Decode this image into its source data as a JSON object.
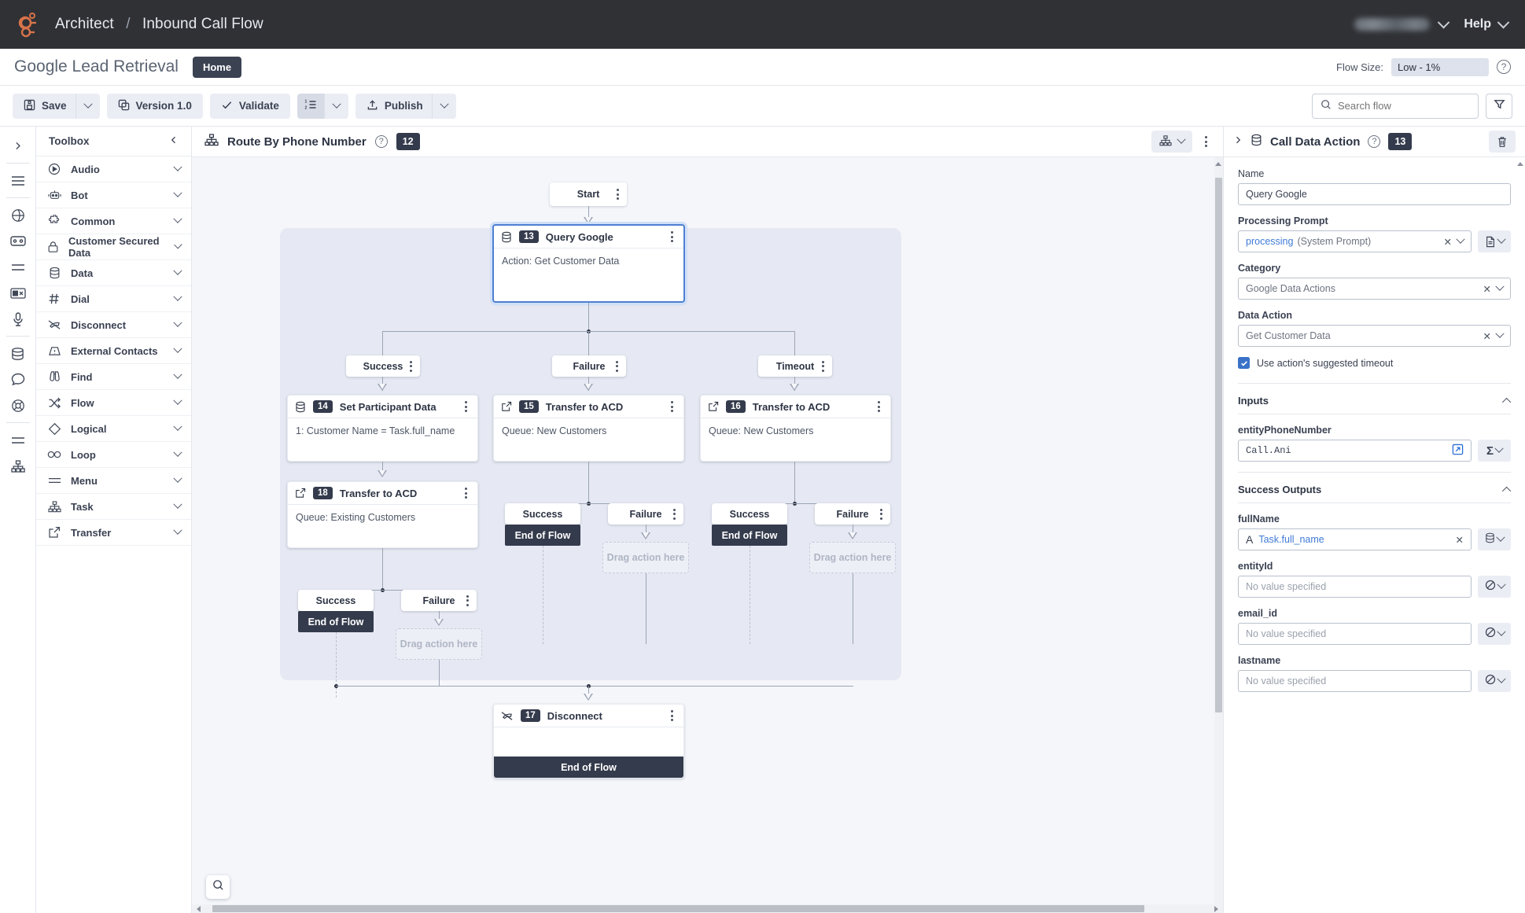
{
  "topnav": {
    "app": "Architect",
    "separator": "/",
    "flow": "Inbound Call Flow",
    "help_label": "Help",
    "user_name": ""
  },
  "subheader": {
    "flow_name": "Google Lead Retrieval",
    "home_label": "Home",
    "flow_size_label": "Flow Size:",
    "flow_size_value": "Low - 1%"
  },
  "toolbar": {
    "save_label": "Save",
    "version_label": "Version 1.0",
    "validate_label": "Validate",
    "publish_label": "Publish",
    "search_placeholder": "Search flow"
  },
  "toolbox": {
    "title": "Toolbox",
    "items": [
      {
        "label": "Audio",
        "icon": "play-circle-icon"
      },
      {
        "label": "Bot",
        "icon": "robot-icon"
      },
      {
        "label": "Common",
        "icon": "puzzle-icon"
      },
      {
        "label": "Customer Secured Data",
        "icon": "lock-icon"
      },
      {
        "label": "Data",
        "icon": "database-icon"
      },
      {
        "label": "Dial",
        "icon": "hash-icon"
      },
      {
        "label": "Disconnect",
        "icon": "disconnect-icon"
      },
      {
        "label": "External Contacts",
        "icon": "contacts-icon"
      },
      {
        "label": "Find",
        "icon": "binoculars-icon"
      },
      {
        "label": "Flow",
        "icon": "shuffle-icon"
      },
      {
        "label": "Logical",
        "icon": "diamond-icon"
      },
      {
        "label": "Loop",
        "icon": "infinity-icon"
      },
      {
        "label": "Menu",
        "icon": "menu-icon"
      },
      {
        "label": "Task",
        "icon": "sitemap-icon"
      },
      {
        "label": "Transfer",
        "icon": "external-link-icon"
      }
    ]
  },
  "canvas": {
    "title": "Route By Phone Number",
    "badge": "12",
    "start_label": "Start",
    "drop_placeholder": "Drag action here",
    "end_of_flow": "End of Flow",
    "nodes": [
      {
        "num": "13",
        "title": "Query Google",
        "body": "Action: Get Customer Data",
        "icon": "database-icon"
      },
      {
        "num": "14",
        "title": "Set Participant Data",
        "body": "1: Customer Name = Task.full_name",
        "icon": "database-icon"
      },
      {
        "num": "15",
        "title": "Transfer to ACD",
        "body": "Queue: New Customers",
        "icon": "external-link-icon"
      },
      {
        "num": "16",
        "title": "Transfer to ACD",
        "body": "Queue: New Customers",
        "icon": "external-link-icon"
      },
      {
        "num": "18",
        "title": "Transfer to ACD",
        "body": "Queue: Existing Customers",
        "icon": "external-link-icon"
      },
      {
        "num": "17",
        "title": "Disconnect",
        "body": "",
        "icon": "disconnect-icon"
      }
    ],
    "branches": {
      "success": "Success",
      "failure": "Failure",
      "timeout": "Timeout"
    }
  },
  "panel": {
    "title": "Call Data Action",
    "badge": "13",
    "name_label": "Name",
    "name_value": "Query Google",
    "processing_prompt_label": "Processing Prompt",
    "processing_prompt_value": "processing",
    "processing_prompt_suffix": "(System Prompt)",
    "category_label": "Category",
    "category_value": "Google Data Actions",
    "data_action_label": "Data Action",
    "data_action_value": "Get Customer Data",
    "timeout_checkbox_label": "Use action's suggested timeout",
    "inputs_section": "Inputs",
    "inputs": [
      {
        "label": "entityPhoneNumber",
        "value": "Call.Ani",
        "kind": "expression",
        "side_icon": "sigma-icon"
      }
    ],
    "outputs_section": "Success Outputs",
    "outputs": [
      {
        "label": "fullName",
        "value": "Task.full_name",
        "kind": "variable",
        "side_icon": "database-icon"
      },
      {
        "label": "entityId",
        "value": "No value specified",
        "kind": "empty",
        "side_icon": "no-value-icon"
      },
      {
        "label": "email_id",
        "value": "No value specified",
        "kind": "empty",
        "side_icon": "no-value-icon"
      },
      {
        "label": "lastname",
        "value": "No value specified",
        "kind": "empty",
        "side_icon": "no-value-icon"
      }
    ]
  },
  "colors": {
    "nav_bg": "#2f3135",
    "accent": "#3a72c8",
    "dark_chip": "#343b4c",
    "group_bg": "#e6e9f3",
    "canvas_bg": "#f4f6fa"
  }
}
